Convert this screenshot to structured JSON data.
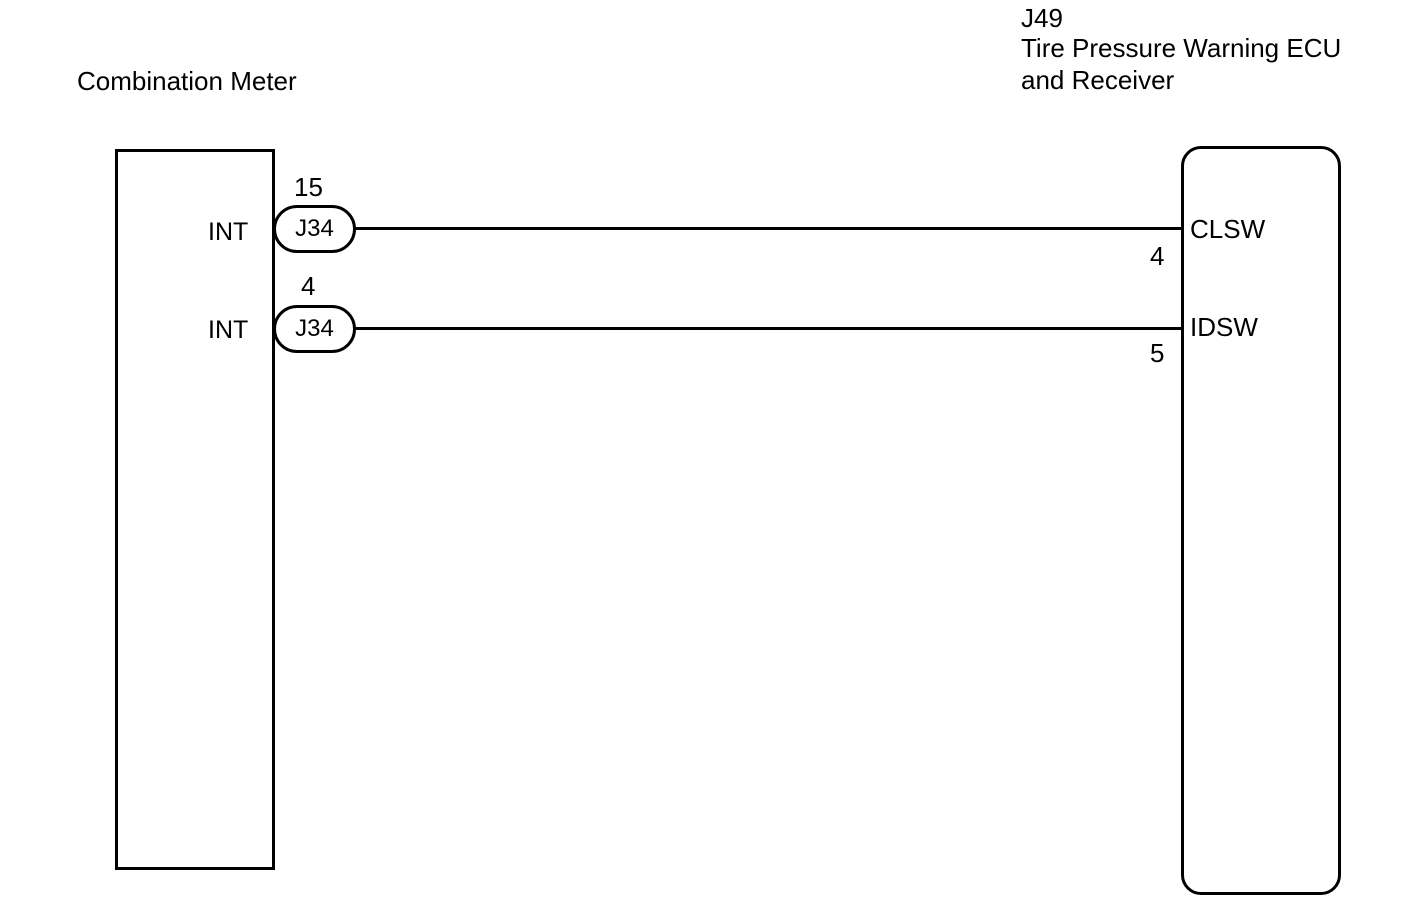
{
  "left_component": {
    "name": "Combination Meter",
    "pins": [
      {
        "label": "INT"
      },
      {
        "label": "INT"
      }
    ]
  },
  "right_component": {
    "code": "J49",
    "name_line1": "Tire Pressure Warning ECU",
    "name_line2": "and Receiver",
    "pins": [
      {
        "label": "CLSW",
        "number": "4"
      },
      {
        "label": "IDSW",
        "number": "5"
      }
    ]
  },
  "connectors": [
    {
      "code": "J34",
      "pin": "15"
    },
    {
      "code": "J34",
      "pin": "4"
    }
  ],
  "colors": {
    "line": "#000000",
    "background": "#ffffff"
  }
}
